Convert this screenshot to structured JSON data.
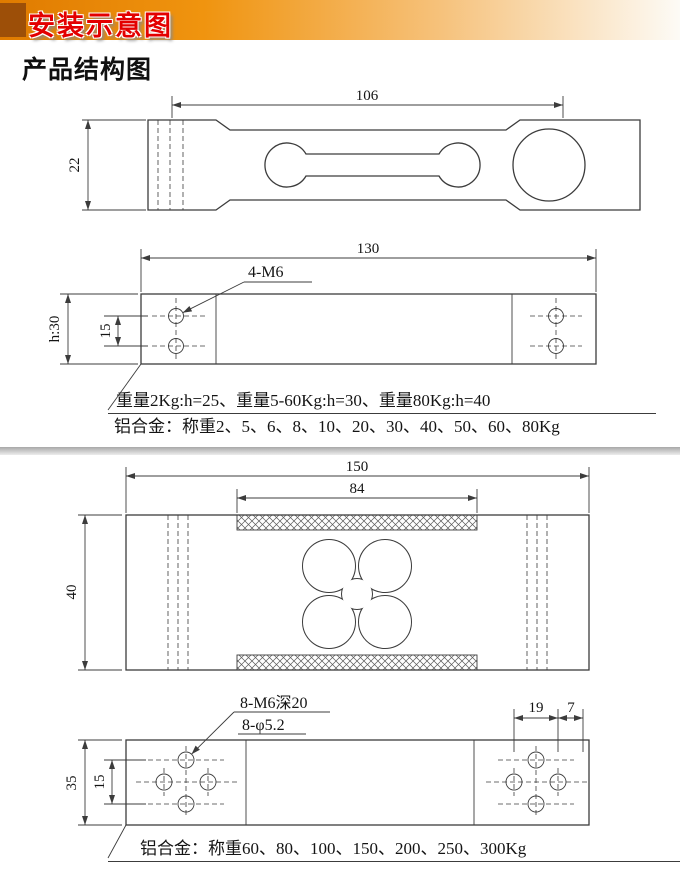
{
  "header": {
    "title": "安装示意图"
  },
  "section": {
    "title": "产品结构图"
  },
  "colors": {
    "banner_orange": "#e07b00",
    "title_red": "#e30000",
    "line": "#3c3c3c"
  },
  "drawing_small_top": {
    "dim_length": "106",
    "dim_width": "22"
  },
  "drawing_small_side": {
    "dim_length": "130",
    "hole_label": "4-M6",
    "dim_hole_spacing": "15",
    "dim_height": "h:30"
  },
  "notes_small": {
    "line1": "重量2Kg:h=25、重量5-60Kg:h=30、重量80Kg:h=40",
    "line2": "铝合金：称重2、5、6、8、10、20、30、40、50、60、80Kg"
  },
  "drawing_large_top": {
    "dim_length": "150",
    "dim_inner": "84",
    "dim_width": "40"
  },
  "drawing_large_side": {
    "hole_label_1": "8-M6深20",
    "hole_label_2": "8-φ5.2",
    "dim_a": "19",
    "dim_b": "7",
    "dim_height": "35",
    "dim_hole_spacing": "15"
  },
  "notes_large": {
    "line1": "铝合金：称重60、80、100、150、200、250、300Kg"
  }
}
